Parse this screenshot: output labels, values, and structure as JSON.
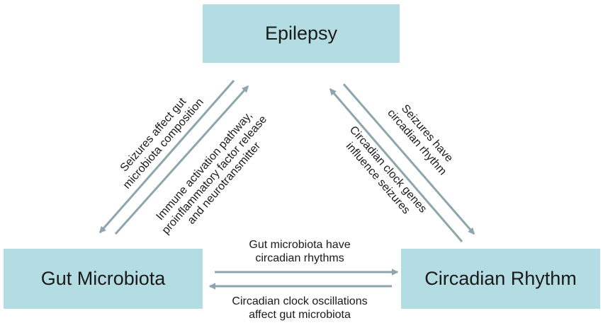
{
  "colors": {
    "box": "#b3dde2",
    "arrow": "#8fa5ad",
    "text": "#1a1a1a"
  },
  "nodes": {
    "epilepsy": "Epilepsy",
    "gut": "Gut Microbiota",
    "circadian": "Circadian Rhythm"
  },
  "edges": {
    "epilepsy_to_gut": [
      "Seizures affect gut",
      "microbiota composition"
    ],
    "gut_to_epilepsy": [
      "Immune activation pathway,",
      "proinflammatory factor release",
      "and neurotransmitter"
    ],
    "epilepsy_to_circadian": [
      "Seizures have",
      "circadian rhythm"
    ],
    "circadian_to_epilepsy": [
      "Circadian clock genes",
      "influence seizures"
    ],
    "gut_to_circadian": [
      "Gut microbiota have",
      "circadian rhythms"
    ],
    "circadian_to_gut": [
      "Circadian clock oscillations",
      "affect gut microbiota"
    ]
  }
}
